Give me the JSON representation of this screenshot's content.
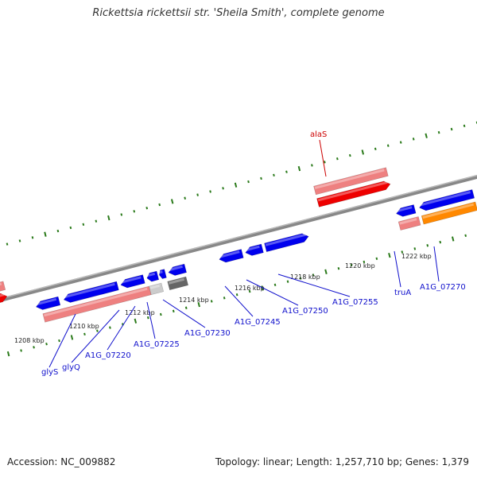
{
  "title": "Rickettsia rickettsii str. 'Sheila Smith', complete genome",
  "accession_label": "Accession: NC_009882",
  "topology_label": "Topology: linear; Length: 1,257,710 bp; Genes: 1,379",
  "colors": {
    "cds_blue": "#0000ee",
    "gene_pink": "#ee8080",
    "trna_red": "#ee0000",
    "orange": "#ff8800",
    "magenta": "#ee1199",
    "backbone": "#888888",
    "tick_green": "#2a7a1a",
    "label_blue": "#1010cc",
    "label_red": "#cc0000"
  },
  "ruler_labels": [
    "1208 kbp",
    "1210 kbp",
    "1212 kbp",
    "1214 kbp",
    "1216 kbp",
    "1218 kbp",
    "1220 kbp",
    "1222 kbp"
  ],
  "gene_labels": [
    {
      "text": "glyS",
      "color": "blue"
    },
    {
      "text": "glyQ",
      "color": "blue"
    },
    {
      "text": "A1G_07220",
      "color": "blue"
    },
    {
      "text": "A1G_07225",
      "color": "blue"
    },
    {
      "text": "A1G_07230",
      "color": "blue"
    },
    {
      "text": "A1G_07245",
      "color": "blue"
    },
    {
      "text": "A1G_07250",
      "color": "blue"
    },
    {
      "text": "A1G_07255",
      "color": "blue"
    },
    {
      "text": "truA",
      "color": "blue"
    },
    {
      "text": "A1G_07270",
      "color": "blue"
    },
    {
      "text": "alaS",
      "color": "red"
    }
  ]
}
